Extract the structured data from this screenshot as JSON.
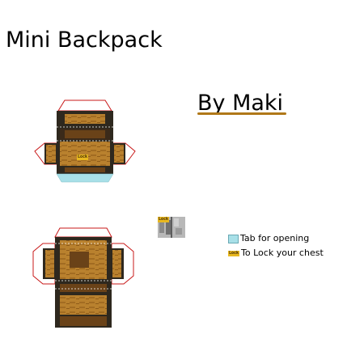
{
  "title": "Mini Backpack",
  "author": "By Maki",
  "lock_label": "Lock",
  "legend": {
    "tab_text": "Tab for opening",
    "lock_text": "To Lock your chest"
  },
  "colors": {
    "underline": "#b07818",
    "wood": "#b9812e",
    "wood_dark": "#5a3412",
    "frame": "#2e281e",
    "latch": "#e8b820",
    "tab": "#a8e0e8",
    "outline": "#c81818",
    "grey": "#9a9a9a"
  }
}
